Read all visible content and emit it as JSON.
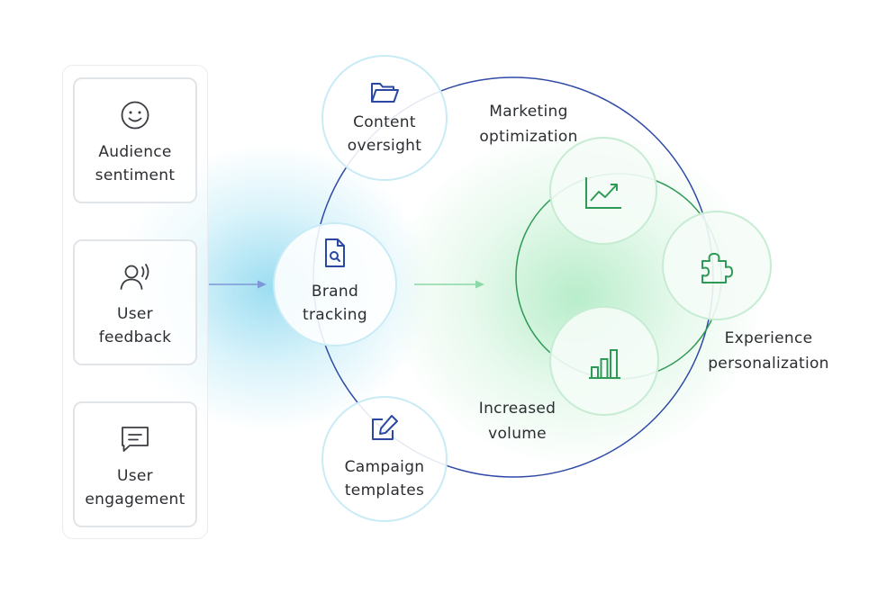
{
  "colors": {
    "blue_line": "#2f4aa6",
    "green_line": "#2f9a55",
    "blue_icon": "#2a47a2",
    "green_icon": "#2f9a55",
    "gray_icon": "#3a3d42"
  },
  "inputs": [
    {
      "label": "Audience\nsentiment",
      "icon": "smiley-face-icon"
    },
    {
      "label": "User\nfeedback",
      "icon": "person-speaking-icon"
    },
    {
      "label": "User\nengagement",
      "icon": "chat-bubble-icon"
    }
  ],
  "nodes": {
    "content": {
      "label": "Content\noversight",
      "icon": "folder-icon"
    },
    "brand": {
      "label": "Brand\ntracking",
      "icon": "document-search-icon"
    },
    "campaign": {
      "label": "Campaign\ntemplates",
      "icon": "edit-icon"
    },
    "marketing": {
      "icon": "line-chart-icon"
    },
    "volume": {
      "icon": "bar-chart-icon"
    },
    "experience": {
      "icon": "puzzle-icon"
    }
  },
  "labels": {
    "marketing": "Marketing\noptimization",
    "volume": "Increased\nvolume",
    "experience": "Experience\npersonalization"
  }
}
